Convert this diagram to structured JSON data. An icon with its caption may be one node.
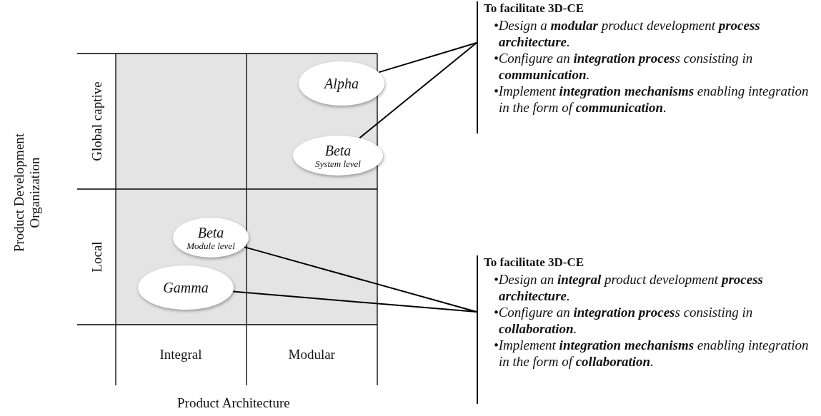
{
  "diagram": {
    "nodes": [
      {
        "text": [
          "Alpha"
        ]
      },
      {
        "text": [
          "Beta",
          "System level"
        ]
      },
      {
        "text": [
          "Beta",
          "Module level"
        ]
      },
      {
        "text": [
          "Gamma"
        ]
      },
      {
        "text": [
          "To facilitate 3D-CE",
          "•Design a **modular** product development **process architecture**.",
          "•Configure an **integration proces**s consisting in **communication**.",
          "•Implement **integration mechanisms** enabling integration in the form of **communication**."
        ]
      },
      {
        "text": [
          "To facilitate 3D-CE",
          "•Design an **integral** product development **process architecture**.",
          "•Configure an **integration proces**s consisting in **collaboration**.",
          "•Implement **integration mechanisms** enabling integration in the form of **collaboration**."
        ]
      }
    ],
    "edges": [
      {
        "from": 0,
        "to": 4,
        "arrow": "none"
      },
      {
        "from": 1,
        "to": 4,
        "arrow": "none"
      },
      {
        "from": 2,
        "to": 5,
        "arrow": "none"
      },
      {
        "from": 3,
        "to": 5,
        "arrow": "none"
      }
    ],
    "labels": [
      "Global captive",
      "Local",
      "Product Development Organization",
      "Integral",
      "Modular",
      "Product Architecture"
    ]
  }
}
